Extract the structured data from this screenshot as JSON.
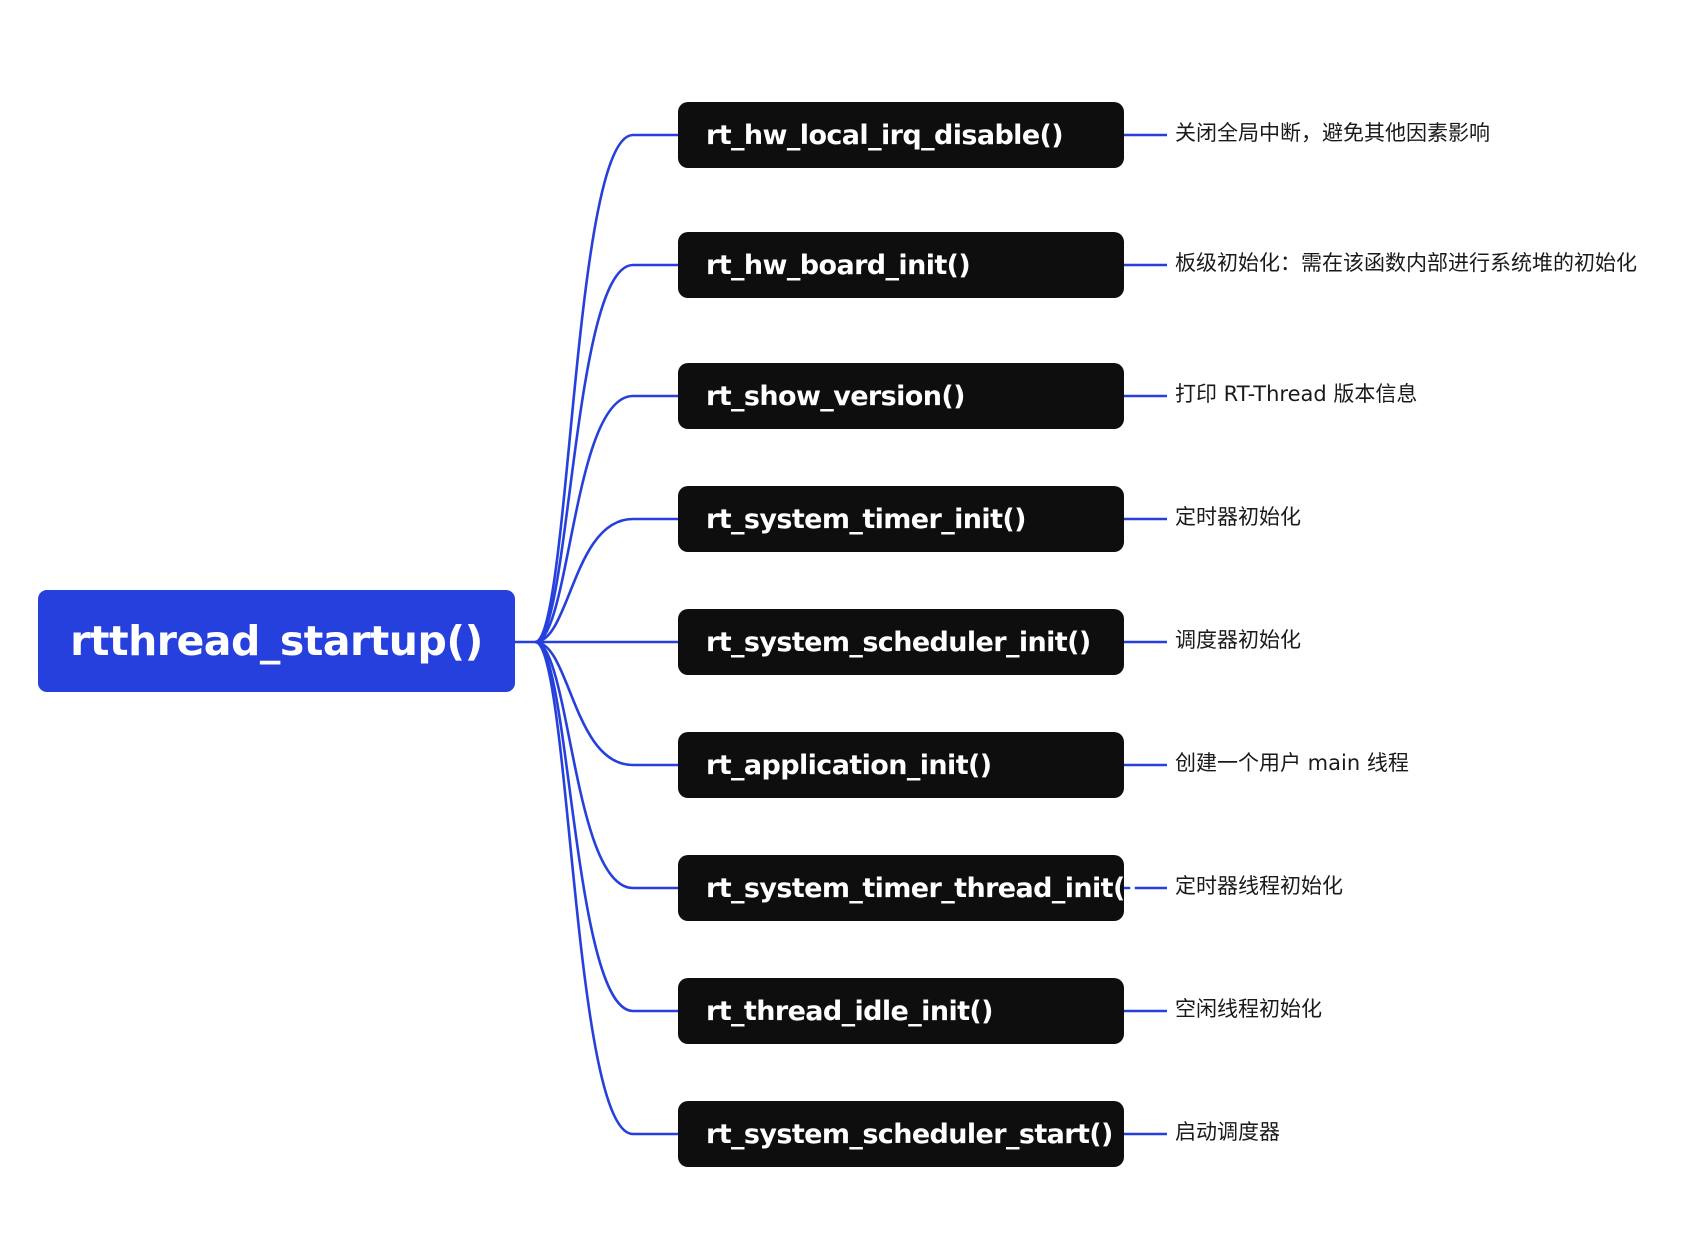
{
  "diagram": {
    "root": {
      "label": "rtthread_startup()"
    },
    "steps": [
      {
        "label": "rt_hw_local_irq_disable()",
        "description": "关闭全局中断，避免其他因素影响"
      },
      {
        "label": "rt_hw_board_init()",
        "description": "板级初始化：需在该函数内部进行系统堆的初始化"
      },
      {
        "label": "rt_show_version()",
        "description": "打印 RT-Thread 版本信息"
      },
      {
        "label": "rt_system_timer_init()",
        "description": "定时器初始化"
      },
      {
        "label": "rt_system_scheduler_init()",
        "description": "调度器初始化"
      },
      {
        "label": "rt_application_init()",
        "description": "创建一个用户 main 线程"
      },
      {
        "label": "rt_system_timer_thread_init()",
        "description": "定时器线程初始化"
      },
      {
        "label": "rt_thread_idle_init()",
        "description": "空闲线程初始化"
      },
      {
        "label": "rt_system_scheduler_start()",
        "description": "启动调度器"
      }
    ],
    "colors": {
      "root_fill": "#2540DC",
      "step_fill": "#0e0e0e",
      "connector": "#2540DC",
      "text_on_dark": "#ffffff",
      "description_text": "#1a1a1a"
    }
  }
}
